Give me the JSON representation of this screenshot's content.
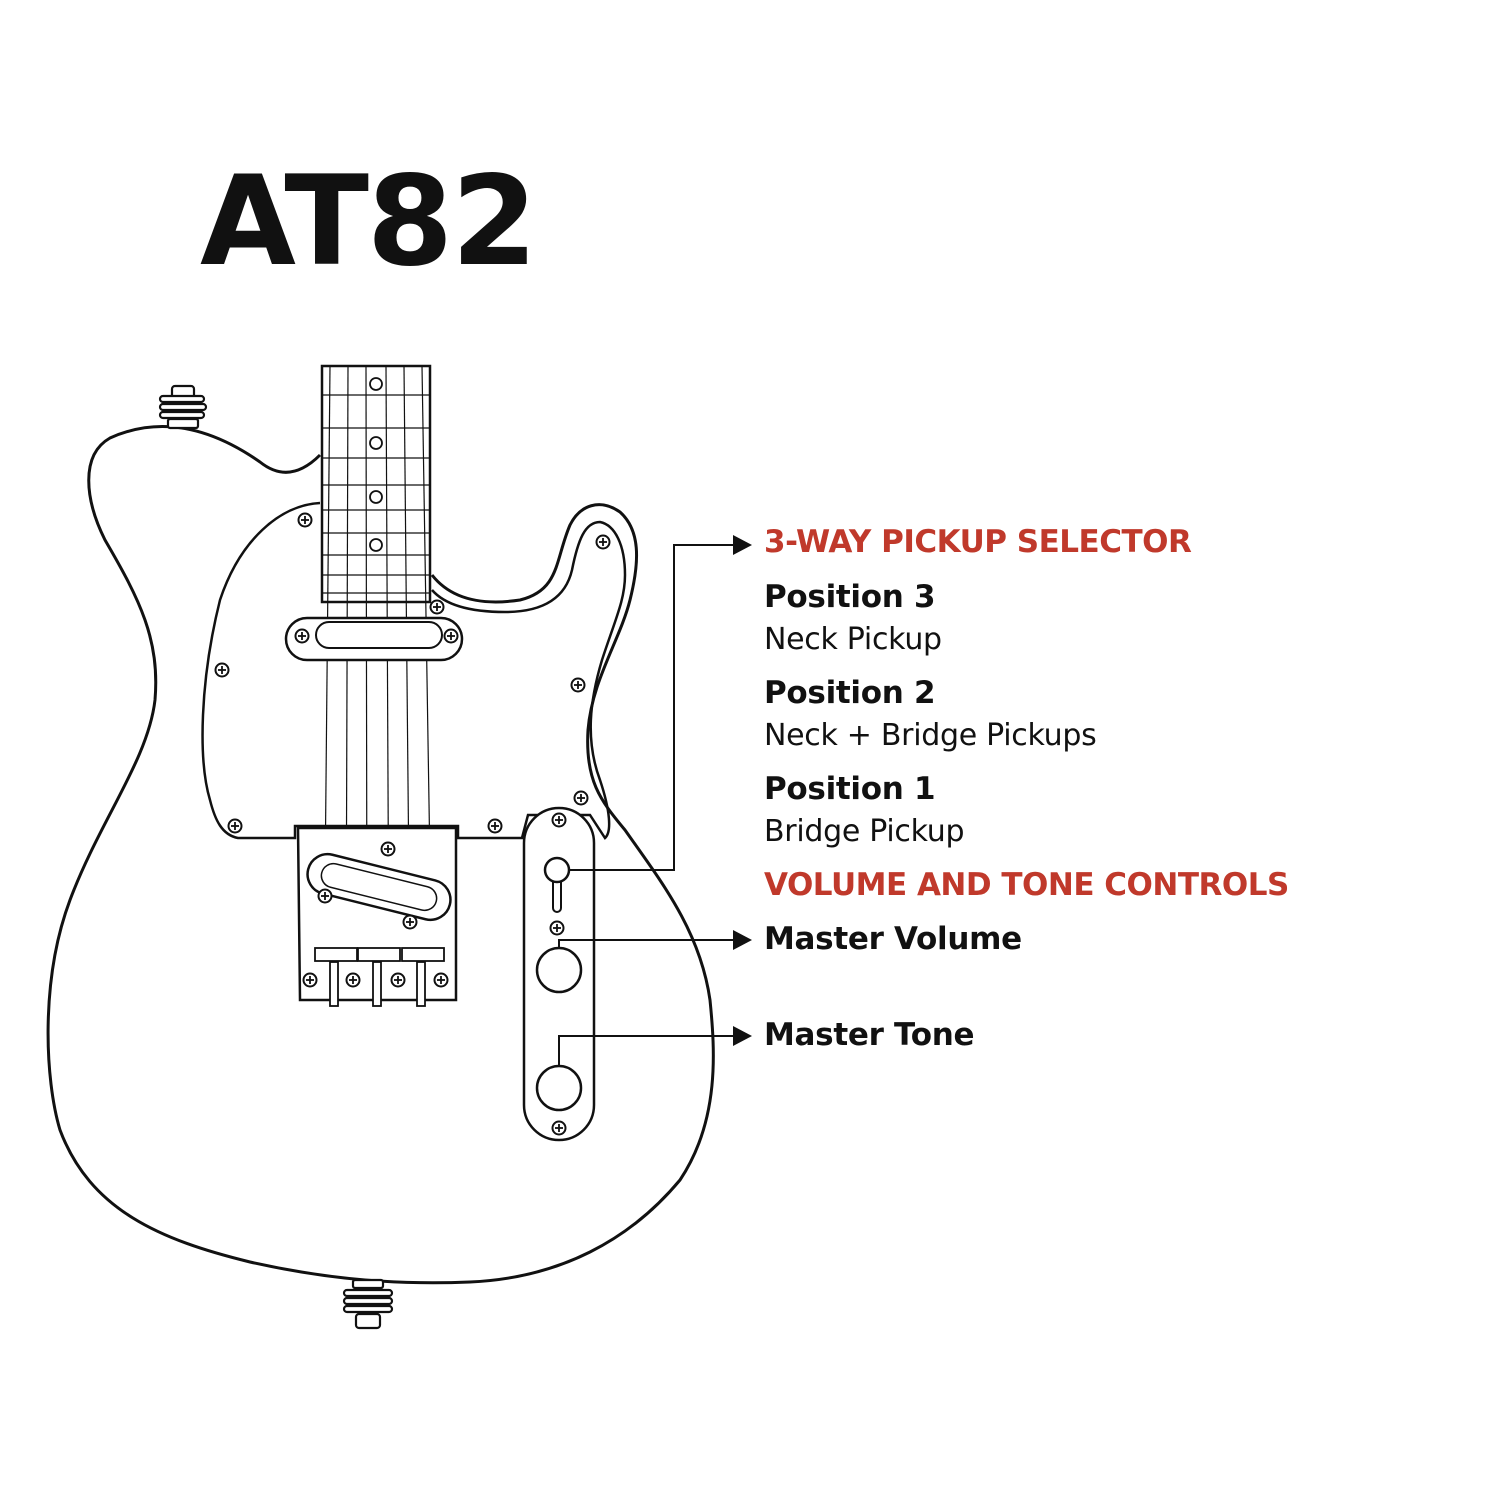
{
  "title": "AT82",
  "colors": {
    "accent": "#c0392b",
    "ink": "#111111",
    "background": "#ffffff"
  },
  "pickup_selector": {
    "heading": "3-WAY PICKUP SELECTOR",
    "positions": [
      {
        "name": "Position 3",
        "description": "Neck Pickup"
      },
      {
        "name": "Position 2",
        "description": "Neck + Bridge Pickups"
      },
      {
        "name": "Position 1",
        "description": "Bridge Pickup"
      }
    ]
  },
  "controls": {
    "heading": "VOLUME AND TONE CONTROLS",
    "volume_label": "Master Volume",
    "tone_label": "Master Tone"
  }
}
